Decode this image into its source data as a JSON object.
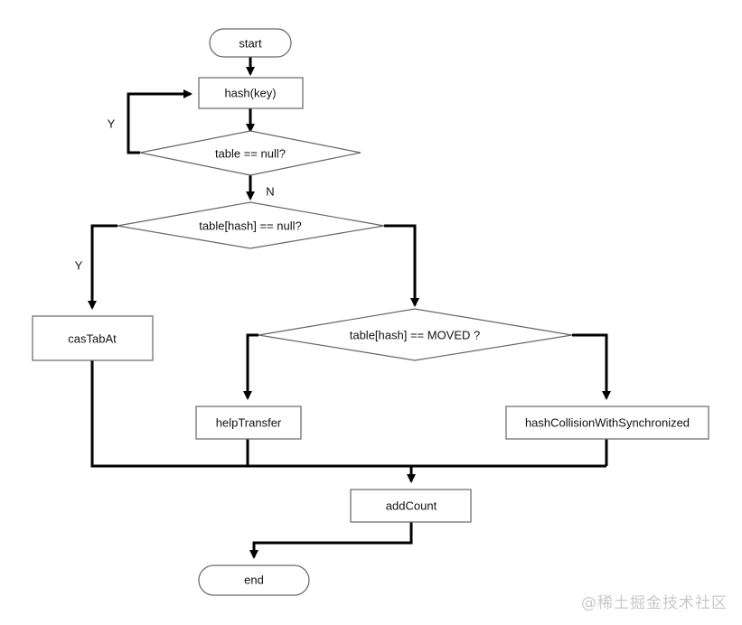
{
  "nodes": {
    "start": "start",
    "hash": "hash(key)",
    "table_null": "table == null?",
    "bin_null": "table[hash] == null?",
    "cas": "casTabAt",
    "moved": "table[hash] == MOVED ?",
    "help": "helpTransfer",
    "sync": "hashCollisionWithSynchronized",
    "add": "addCount",
    "end": "end"
  },
  "edges": {
    "loop_yes": "Y",
    "table_no": "N",
    "bin_yes": "Y"
  },
  "watermark": "@稀土掘金技术社区"
}
